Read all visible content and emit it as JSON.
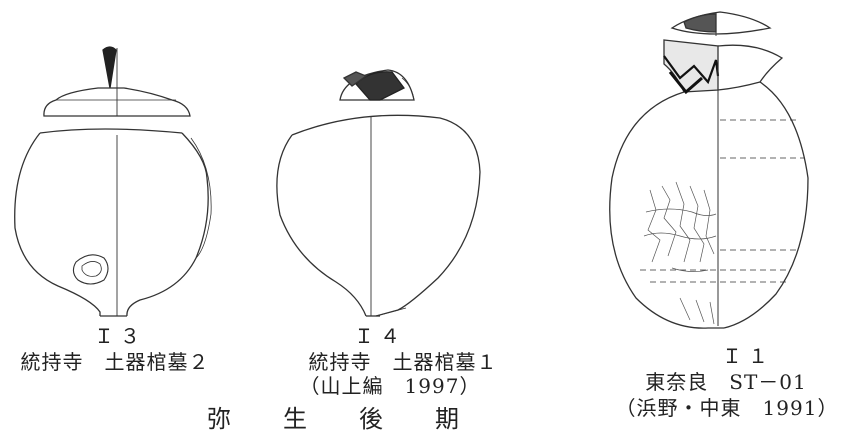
{
  "vessels": [
    {
      "id": "Ｉ３",
      "site": "統持寺　土器棺墓２",
      "reference": ""
    },
    {
      "id": "Ｉ４",
      "site": "統持寺　土器棺墓１",
      "reference": "（山上編　1997）"
    },
    {
      "id": "Ｉ１",
      "site": "東奈良　ST－01",
      "reference": "（浜野・中東　1991）"
    }
  ],
  "period_label": "弥　生　後　期"
}
